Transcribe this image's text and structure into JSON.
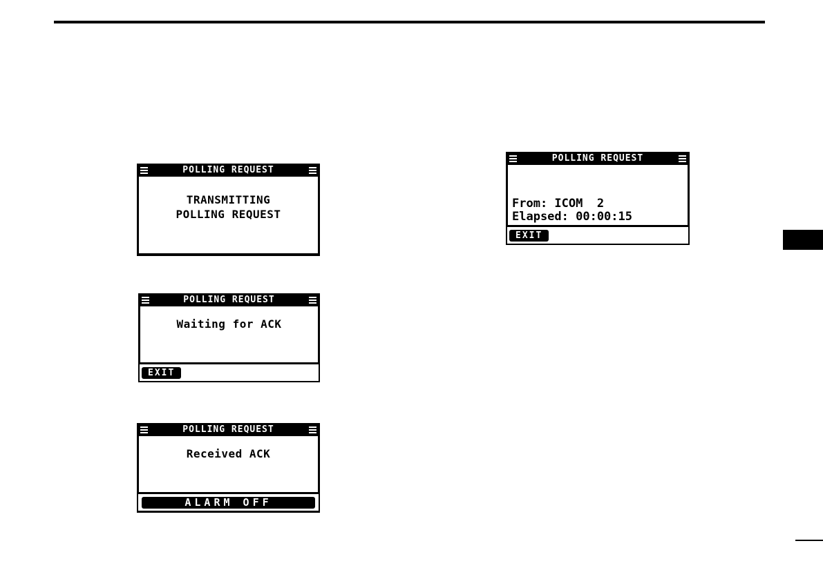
{
  "colors": {
    "ink": "#000000",
    "paper": "#ffffff",
    "lcd_header_bg": "#000000",
    "lcd_header_text": "#ffffff"
  },
  "screens": {
    "transmitting": {
      "title": "POLLING REQUEST",
      "line1": "TRANSMITTING",
      "line2": "POLLING REQUEST"
    },
    "result": {
      "title": "POLLING REQUEST",
      "from": "From: ICOM  2",
      "elapsed": "Elapsed: 00:00:15",
      "exit_label": "EXIT"
    },
    "waiting": {
      "title": "POLLING REQUEST",
      "message": "Waiting for ACK",
      "exit_label": "EXIT"
    },
    "received": {
      "title": "POLLING REQUEST",
      "message": "Received ACK",
      "alarm_label": "ALARM OFF"
    }
  }
}
